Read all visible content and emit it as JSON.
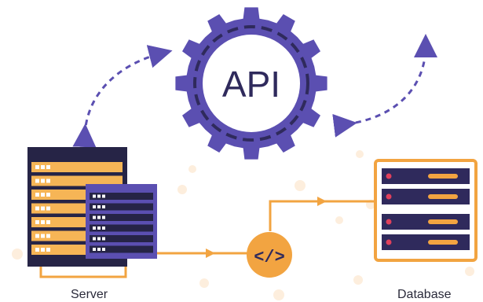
{
  "gear": {
    "label": "API"
  },
  "code_badge": {
    "symbol": "</>"
  },
  "captions": {
    "server": "Server",
    "database": "Database"
  },
  "colors": {
    "purple": "#5b4fb1",
    "purple_dark": "#2f2a5c",
    "navy": "#262446",
    "orange": "#f2a441",
    "orange_light": "#f6b556",
    "peach": "#fdeedd",
    "white": "#ffffff",
    "red_led": "#e0405c"
  },
  "icons": [
    "gear-icon",
    "server-rack-icon",
    "code-icon",
    "database-icon",
    "bidirectional-arrow-icon"
  ]
}
